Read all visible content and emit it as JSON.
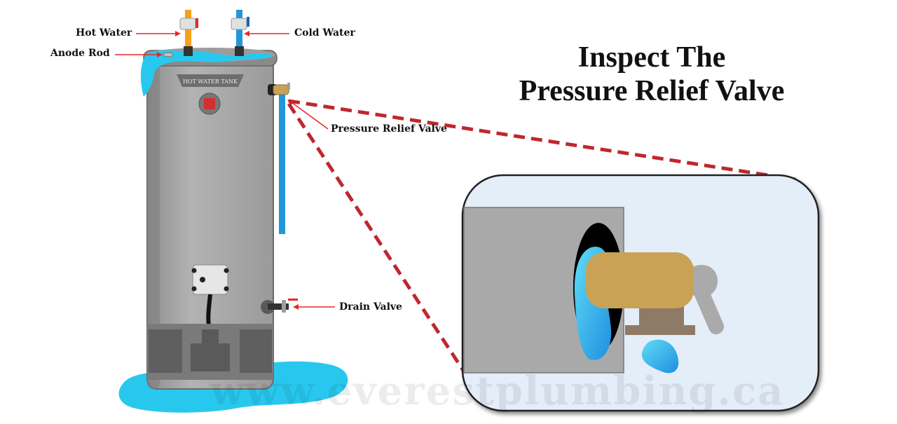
{
  "title": {
    "line1": "Inspect The",
    "line2": "Pressure Relief Valve"
  },
  "labels": {
    "hot_water": "Hot Water",
    "cold_water": "Cold Water",
    "anode_rod": "Anode Rod",
    "pressure_relief_valve": "Pressure Relief Valve",
    "drain_valve": "Drain Valve"
  },
  "tank_plate": "HOT WATER TANK",
  "watermark": "www.everestplumbing.ca",
  "colors": {
    "arrow": "#e8262b",
    "dashed_leader": "#c0272d",
    "tank_body": "#a7a7a7",
    "water": "#28c8ee",
    "hot_pipe": "#f5a21b",
    "cold_pipe": "#2196d9",
    "valve_brass": "#c9a256",
    "zoom_panel": "#e4eef9"
  }
}
